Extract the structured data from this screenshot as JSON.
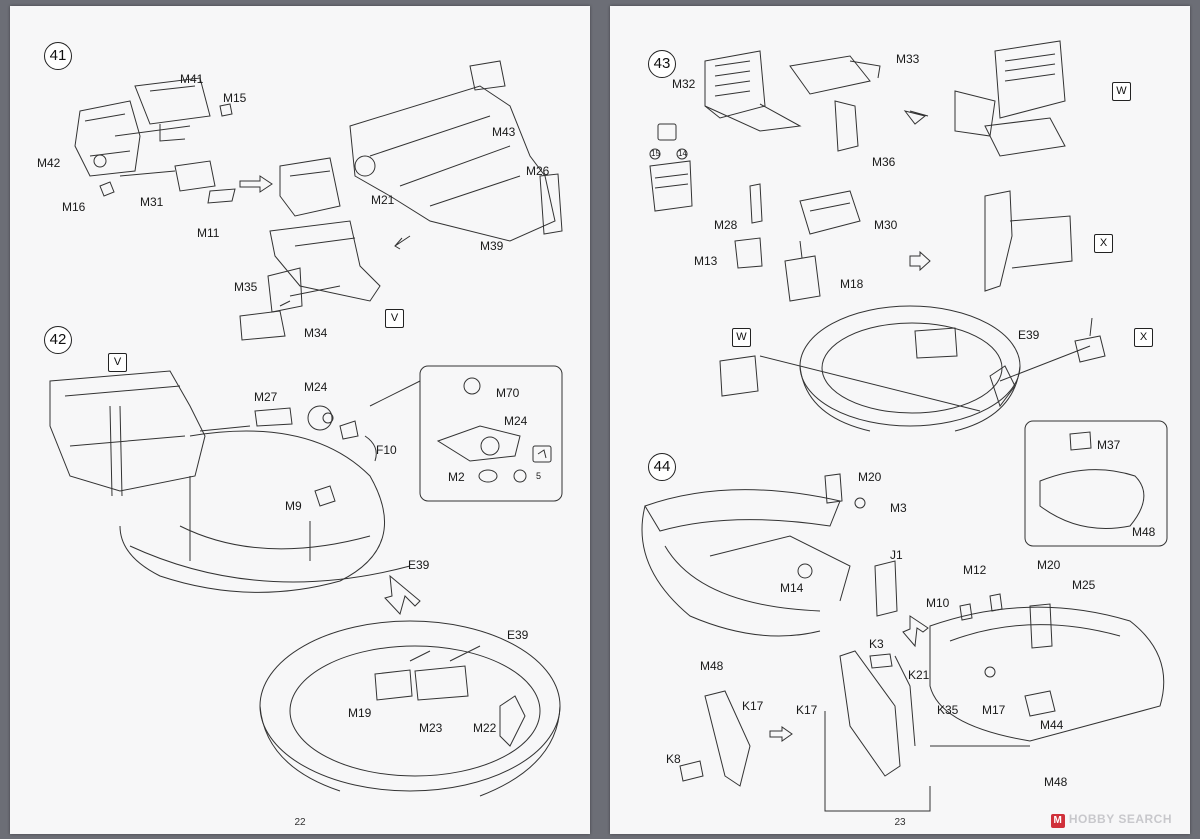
{
  "left_page": {
    "page_number": "22",
    "steps": [
      {
        "number": "41",
        "box": "V",
        "labels": {
          "M41": "M41",
          "M15": "M15",
          "M42": "M42",
          "M43": "M43",
          "M26": "M26",
          "M21": "M21",
          "M31": "M31",
          "M16": "M16",
          "M11": "M11",
          "M39": "M39",
          "M35": "M35",
          "M34": "M34"
        }
      },
      {
        "number": "42",
        "box": "V",
        "labels": {
          "M27": "M27",
          "M24a": "M24",
          "M70": "M70",
          "M24b": "M24",
          "F10": "F10",
          "M2": "M2",
          "M9": "M9",
          "E39a": "E39",
          "E39b": "E39",
          "M19": "M19",
          "M23": "M23",
          "M22": "M22",
          "five": "5"
        }
      }
    ]
  },
  "right_page": {
    "page_number": "23",
    "watermark": "HOBBY SEARCH",
    "watermark_icon": "M",
    "steps": [
      {
        "number": "43",
        "box1": "W",
        "box2": "X",
        "box3": "W",
        "box4": "X",
        "labels": {
          "M32": "M32",
          "M33": "M33",
          "M36": "M36",
          "M28": "M28",
          "M30": "M30",
          "M13": "M13",
          "M18": "M18",
          "E39": "E39",
          "c15": "15",
          "c14": "14"
        }
      },
      {
        "number": "44",
        "labels": {
          "M20a": "M20",
          "M3": "M3",
          "J1": "J1",
          "M14": "M14",
          "M37": "M37",
          "M48a": "M48",
          "M12": "M12",
          "M20b": "M20",
          "M25": "M25",
          "M10": "M10",
          "M48b": "M48",
          "K3": "K3",
          "K21": "K21",
          "K17a": "K17",
          "K17b": "K17",
          "K35": "K35",
          "M17": "M17",
          "M44": "M44",
          "K8": "K8",
          "M48c": "M48"
        }
      }
    ]
  },
  "colors": {
    "line": "#333333",
    "page": "#f7f7f8",
    "background": "#6c6e76"
  }
}
